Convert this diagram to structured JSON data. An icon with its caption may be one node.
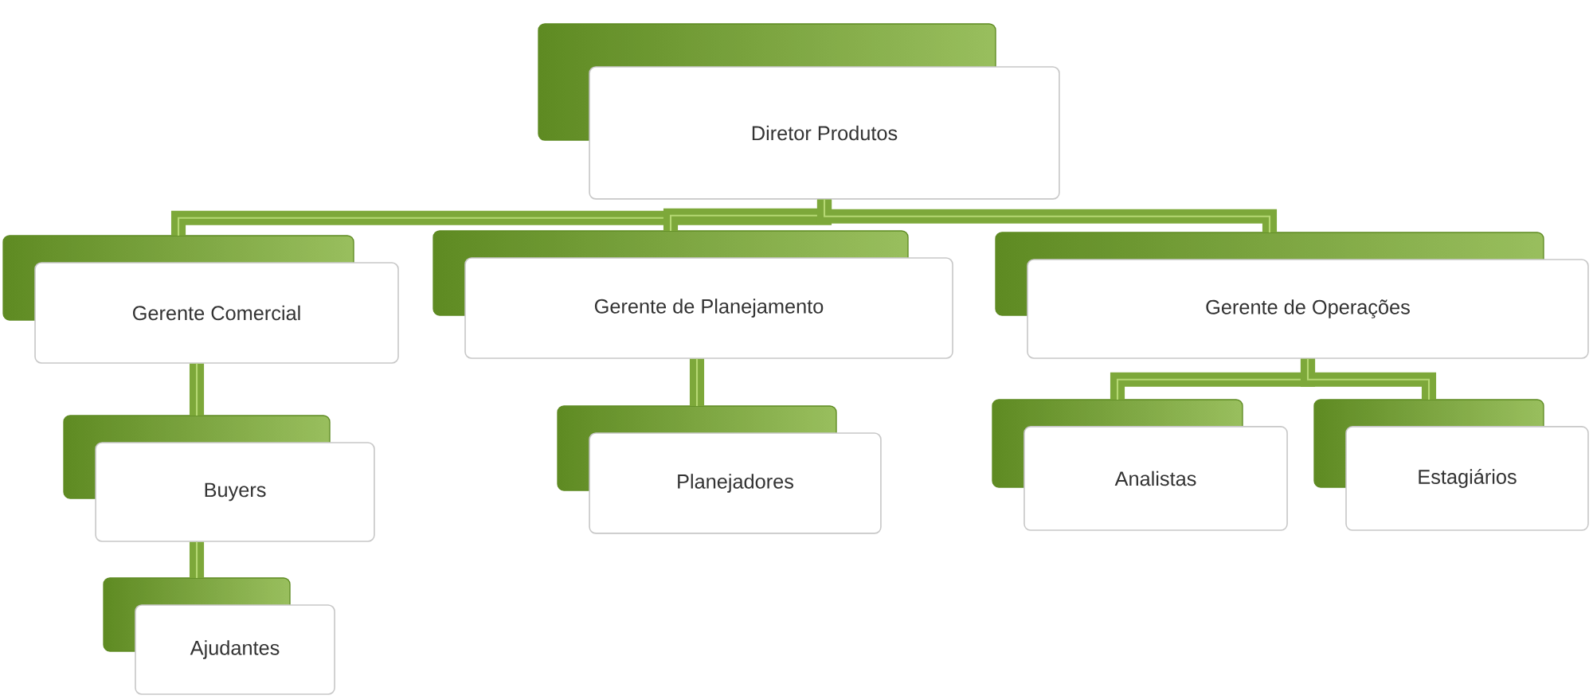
{
  "diagram": {
    "nodes": [
      {
        "text": [
          "Diretor Produtos"
        ]
      },
      {
        "text": [
          "Gerente Comercial"
        ]
      },
      {
        "text": [
          "Gerente de Planejamento"
        ]
      },
      {
        "text": [
          "Gerente de Operações"
        ]
      },
      {
        "text": [
          "Buyers"
        ]
      },
      {
        "text": [
          "Planejadores"
        ]
      },
      {
        "text": [
          "Analistas"
        ]
      },
      {
        "text": [
          "Estagiários"
        ]
      },
      {
        "text": [
          "Ajudantes"
        ]
      }
    ],
    "edges": [
      {
        "from": 0,
        "to": 1,
        "arrow": "none"
      },
      {
        "from": 0,
        "to": 2,
        "arrow": "none"
      },
      {
        "from": 0,
        "to": 3,
        "arrow": "none"
      },
      {
        "from": 1,
        "to": 4,
        "arrow": "none"
      },
      {
        "from": 2,
        "to": 5,
        "arrow": "none"
      },
      {
        "from": 3,
        "to": 6,
        "arrow": "none"
      },
      {
        "from": 3,
        "to": 7,
        "arrow": "none"
      },
      {
        "from": 4,
        "to": 8,
        "arrow": "none"
      }
    ]
  }
}
